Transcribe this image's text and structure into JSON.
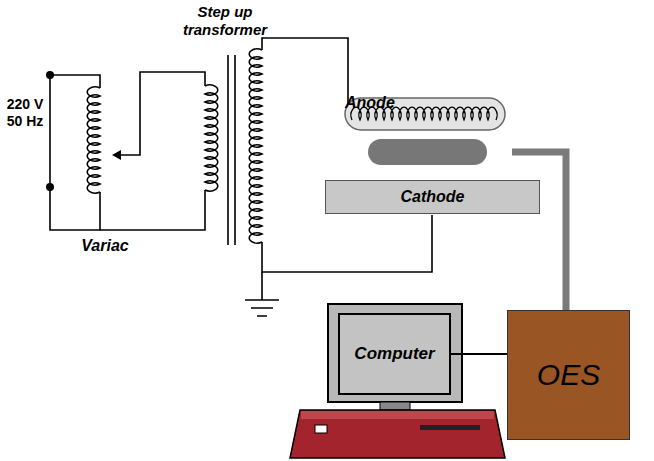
{
  "diagram": {
    "nodes": [
      {
        "text": [
          "Anode"
        ]
      },
      {
        "text": [
          "Cathode"
        ]
      },
      {
        "text": [
          "Computer"
        ]
      },
      {
        "text": [
          "OES"
        ]
      }
    ],
    "edges": [
      {
        "from": 2,
        "to": 3,
        "arrow": "none"
      }
    ],
    "labels": [
      "Step up transformer",
      "220 V 50 Hz",
      "Variac"
    ]
  }
}
